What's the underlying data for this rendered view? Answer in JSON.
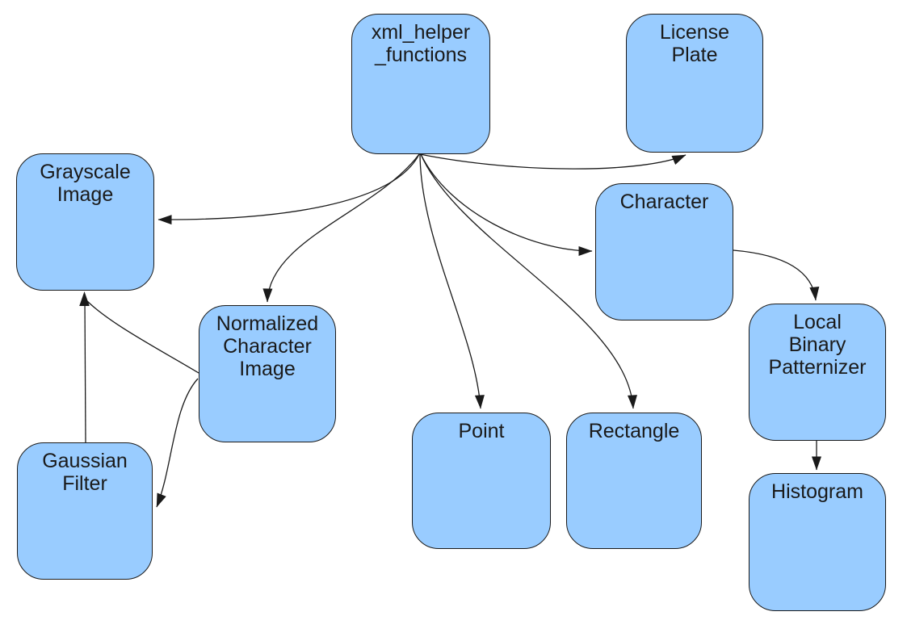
{
  "diagram": {
    "background_color": "#ffffff",
    "node_fill_color": "#99ccff",
    "node_border_color": "#1a1a1a",
    "edge_color": "#1a1a1a",
    "nodes": [
      {
        "id": "xml_helper_functions",
        "label": "xml_helper\n_functions"
      },
      {
        "id": "license_plate",
        "label": "License\nPlate"
      },
      {
        "id": "grayscale_image",
        "label": "Grayscale\nImage"
      },
      {
        "id": "character",
        "label": "Character"
      },
      {
        "id": "normalized_character_image",
        "label": "Normalized\nCharacter\nImage"
      },
      {
        "id": "local_binary_patternizer",
        "label": "Local\nBinary\nPatternizer"
      },
      {
        "id": "point",
        "label": "Point"
      },
      {
        "id": "rectangle",
        "label": "Rectangle"
      },
      {
        "id": "gaussian_filter",
        "label": "Gaussian\nFilter"
      },
      {
        "id": "histogram",
        "label": "Histogram"
      }
    ],
    "edges": [
      {
        "from": "xml_helper_functions",
        "to": "grayscale_image"
      },
      {
        "from": "xml_helper_functions",
        "to": "normalized_character_image"
      },
      {
        "from": "xml_helper_functions",
        "to": "point"
      },
      {
        "from": "xml_helper_functions",
        "to": "rectangle"
      },
      {
        "from": "xml_helper_functions",
        "to": "character"
      },
      {
        "from": "xml_helper_functions",
        "to": "license_plate"
      },
      {
        "from": "gaussian_filter",
        "to": "grayscale_image"
      },
      {
        "from": "normalized_character_image",
        "to": "grayscale_image"
      },
      {
        "from": "normalized_character_image",
        "to": "gaussian_filter"
      },
      {
        "from": "character",
        "to": "local_binary_patternizer"
      },
      {
        "from": "local_binary_patternizer",
        "to": "histogram"
      }
    ]
  }
}
